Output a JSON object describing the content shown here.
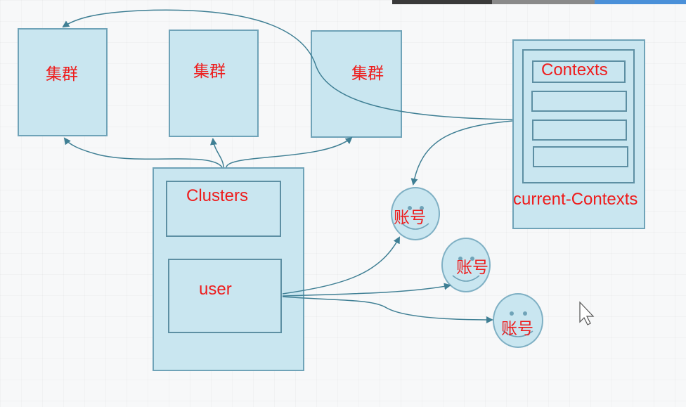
{
  "topbar_colors": [
    "#3a3a3a",
    "#8a8a8a",
    "#4a90d9"
  ],
  "colors": {
    "box_fill": "#c9e6f0",
    "box_border": "#6fa3b8",
    "label": "#ee1c1c",
    "arrow": "#3f7f94"
  },
  "clusters": [
    {
      "label": "集群"
    },
    {
      "label": "集群"
    },
    {
      "label": "集群"
    }
  ],
  "config": {
    "clusters_label": "Clusters",
    "user_label": "user"
  },
  "contexts_panel": {
    "contexts_label": "Contexts",
    "current_label": "current-Contexts"
  },
  "accounts": [
    {
      "label": "账号"
    },
    {
      "label": "账号"
    },
    {
      "label": "账号"
    }
  ]
}
